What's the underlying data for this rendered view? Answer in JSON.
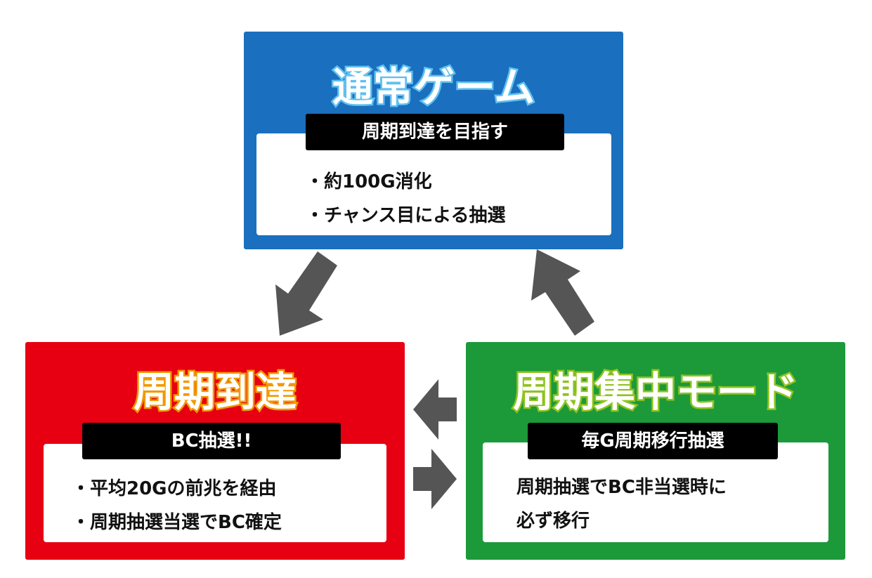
{
  "normal_game": {
    "title": "通常ゲーム",
    "tag": "周期到達を目指す",
    "lines": [
      "・約100G消化",
      "・チャンス目による抽選"
    ],
    "color": "#1a6fbe"
  },
  "cycle_reach": {
    "title": "周期到達",
    "tag": "BC抽選!!",
    "lines": [
      "・平均20Gの前兆を経由",
      "・周期抽選当選でBC確定"
    ],
    "color": "#e60012"
  },
  "cycle_focus_mode": {
    "title": "周期集中モード",
    "tag": "毎G周期移行抽選",
    "lines": [
      "周期抽選でBC非当選時に",
      "必ず移行"
    ],
    "color": "#1c9a3a"
  },
  "arrow_color": "#555555"
}
